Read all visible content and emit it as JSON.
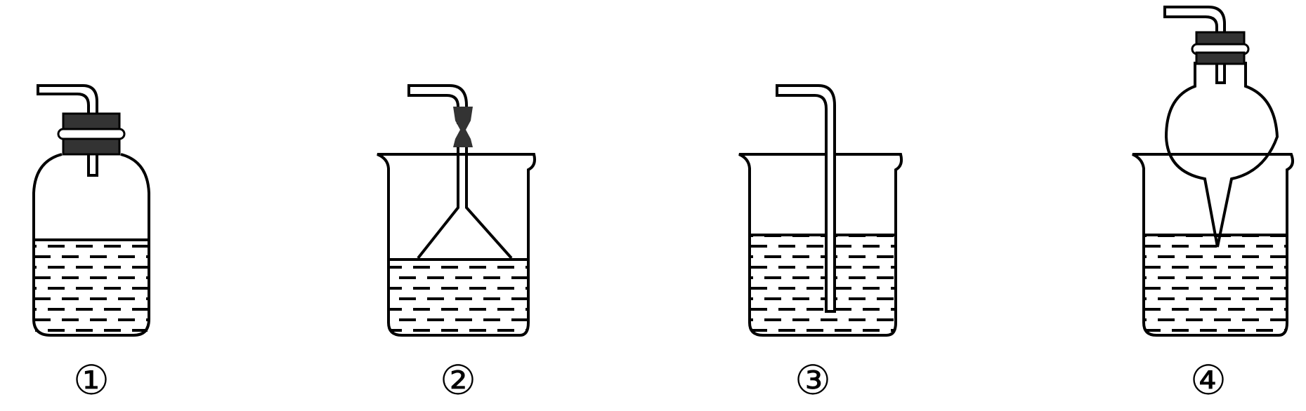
{
  "figure": {
    "description": "Four gas-absorption apparatus setups with liquid",
    "stroke_color": "#000000",
    "stopper_color": "#333333",
    "background": "#ffffff"
  },
  "apparatus": [
    {
      "id": 1,
      "label": "①",
      "type": "gas-washing-bottle"
    },
    {
      "id": 2,
      "label": "②",
      "type": "inverted-funnel-in-beaker"
    },
    {
      "id": 3,
      "label": "③",
      "type": "bent-tube-in-beaker"
    },
    {
      "id": 4,
      "label": "④",
      "type": "bulb-tube-in-beaker"
    }
  ]
}
